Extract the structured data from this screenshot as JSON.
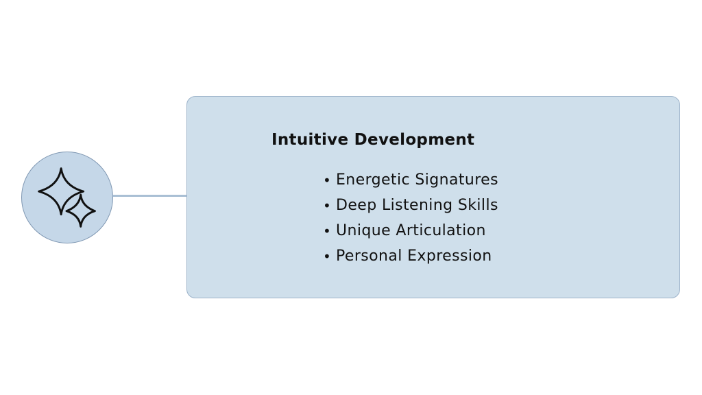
{
  "node": {
    "icon": "sparkles-icon",
    "fill_color": "#c5d7e8",
    "border_color": "#7f97b2"
  },
  "card": {
    "title": "Intuitive Development",
    "fill_color": "#cfdfeb",
    "items": [
      "Energetic Signatures",
      "Deep Listening Skills",
      "Unique Articulation",
      "Personal Expression"
    ]
  }
}
